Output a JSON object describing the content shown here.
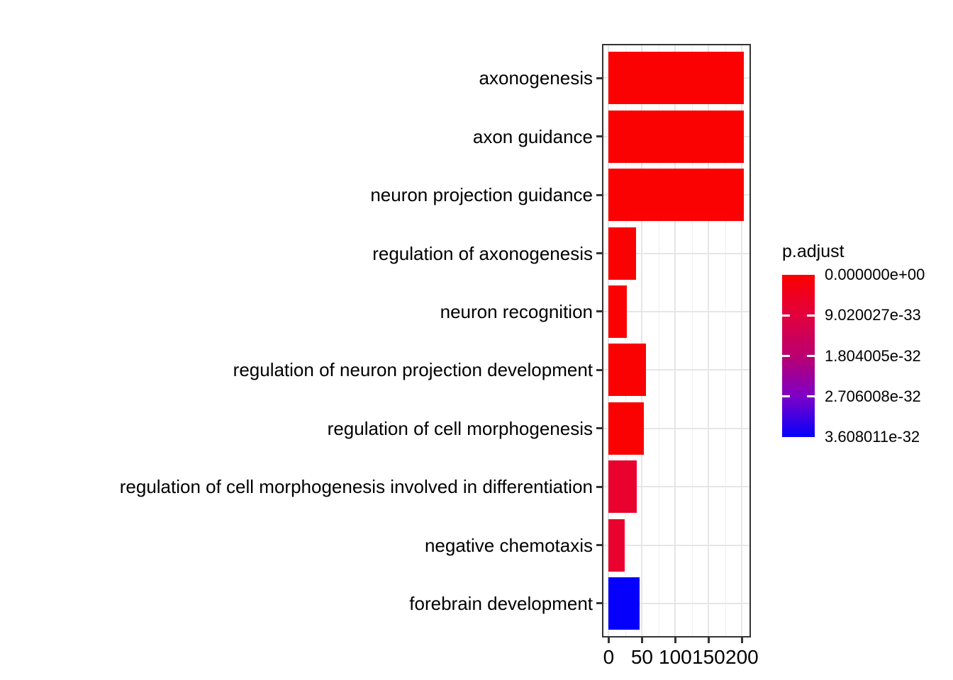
{
  "chart_data": {
    "type": "bar",
    "orientation": "horizontal",
    "title": "",
    "xlabel": "",
    "ylabel": "",
    "categories": [
      "axonogenesis",
      "axon guidance",
      "neuron projection guidance",
      "regulation of axonogenesis",
      "neuron recognition",
      "regulation of neuron projection development",
      "regulation of cell morphogenesis",
      "regulation of cell morphogenesis involved in differentiation",
      "negative chemotaxis",
      "forebrain development"
    ],
    "values": [
      203,
      203,
      203,
      41,
      27,
      56,
      53,
      42,
      24,
      46
    ],
    "bar_colors": [
      "#fa0202",
      "#fa0202",
      "#fa0202",
      "#fa0202",
      "#fa0202",
      "#fa0202",
      "#fa0202",
      "#e9022d",
      "#e9022d",
      "#0500fb"
    ],
    "xlim": [
      0,
      213
    ],
    "x_major_ticks": [
      0,
      50,
      100,
      150,
      200
    ],
    "x_tick_labels": [
      "0",
      "50",
      "100",
      "150",
      "200"
    ],
    "x_minor_gridlines": [
      25,
      75,
      125,
      175
    ],
    "grid": true,
    "panel_border_color": "#333333",
    "legend": {
      "title": "p.adjust",
      "position": "right",
      "style": "colorbar",
      "tick_labels": [
        "0.000000e+00",
        "9.020027e-33",
        "1.804005e-32",
        "2.706008e-32",
        "3.608011e-32"
      ],
      "gradient_stops": [
        "#fa0000",
        "#e2013e",
        "#ba0070",
        "#7d00c8",
        "#0500fb"
      ],
      "low_color": "#fa0000",
      "high_color": "#0500fb"
    }
  }
}
